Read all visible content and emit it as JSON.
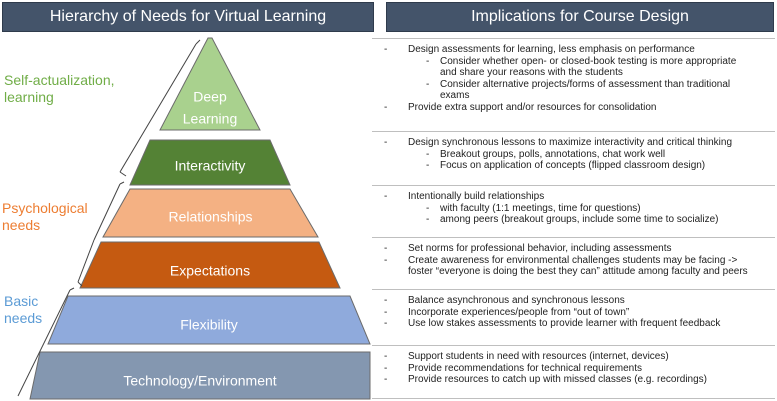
{
  "headers": {
    "left": "Hierarchy of Needs for Virtual Learning",
    "right": "Implications for Course Design"
  },
  "colors": {
    "header_bg": "#44546a",
    "self_actualization": "#70ad47",
    "psychological": "#ed7d31",
    "basic": "#5b9bd5"
  },
  "categories": [
    {
      "label": "Self-actualization,\nlearning",
      "color": "#70ad47"
    },
    {
      "label": "Psychological\nneeds",
      "color": "#ed7d31"
    },
    {
      "label": "Basic\nneeds",
      "color": "#5b9bd5"
    }
  ],
  "levels": [
    {
      "label": "Deep\nLearning",
      "fill": "#a9d18e",
      "text_color": "#ffffff"
    },
    {
      "label": "Interactivity",
      "fill": "#548235",
      "text_color": "#ffffff"
    },
    {
      "label": "Relationships",
      "fill": "#f4b183",
      "text_color": "#ffffff"
    },
    {
      "label": "Expectations",
      "fill": "#c55a11",
      "text_color": "#ffffff"
    },
    {
      "label": "Flexibility",
      "fill": "#8faadc",
      "text_color": "#ffffff"
    },
    {
      "label": "Technology/Environment",
      "fill": "#8497b0",
      "text_color": "#ffffff"
    }
  ],
  "implications": [
    {
      "bullets": [
        {
          "level": 0,
          "text": "Design assessments for learning, less emphasis on performance"
        },
        {
          "level": 1,
          "text": "Consider whether open- or closed-book testing is more appropriate\nand share your reasons with the students"
        },
        {
          "level": 1,
          "text": "Consider alternative projects/forms of assessment than traditional\nexams"
        },
        {
          "level": 0,
          "text": "Provide extra support and/or resources for consolidation"
        }
      ]
    },
    {
      "bullets": [
        {
          "level": 0,
          "text": "Design synchronous lessons to maximize interactivity and critical thinking"
        },
        {
          "level": 1,
          "text": "Breakout groups, polls, annotations, chat work well"
        },
        {
          "level": 1,
          "text": "Focus on application of concepts (flipped classroom design)"
        }
      ]
    },
    {
      "bullets": [
        {
          "level": 0,
          "text": "Intentionally build relationships"
        },
        {
          "level": 1,
          "text": "with faculty (1:1 meetings, time for questions)"
        },
        {
          "level": 1,
          "text": "among peers (breakout groups, include some time to socialize)"
        }
      ]
    },
    {
      "bullets": [
        {
          "level": 0,
          "text": "Set norms for professional behavior, including assessments"
        },
        {
          "level": 0,
          "text": "Create awareness for environmental challenges students may be facing ->\nfoster “everyone is doing the best they can” attitude among faculty and peers"
        }
      ]
    },
    {
      "bullets": [
        {
          "level": 0,
          "text": "Balance asynchronous and synchronous lessons"
        },
        {
          "level": 0,
          "text": "Incorporate experiences/people from “out of town”"
        },
        {
          "level": 0,
          "text": "Use low stakes assessments to provide learner with frequent feedback"
        }
      ]
    },
    {
      "bullets": [
        {
          "level": 0,
          "text": "Support students in need with resources (internet, devices)"
        },
        {
          "level": 0,
          "text": "Provide recommendations for technical requirements"
        },
        {
          "level": 0,
          "text": "Provide resources to catch up with missed classes (e.g. recordings)"
        }
      ]
    }
  ]
}
